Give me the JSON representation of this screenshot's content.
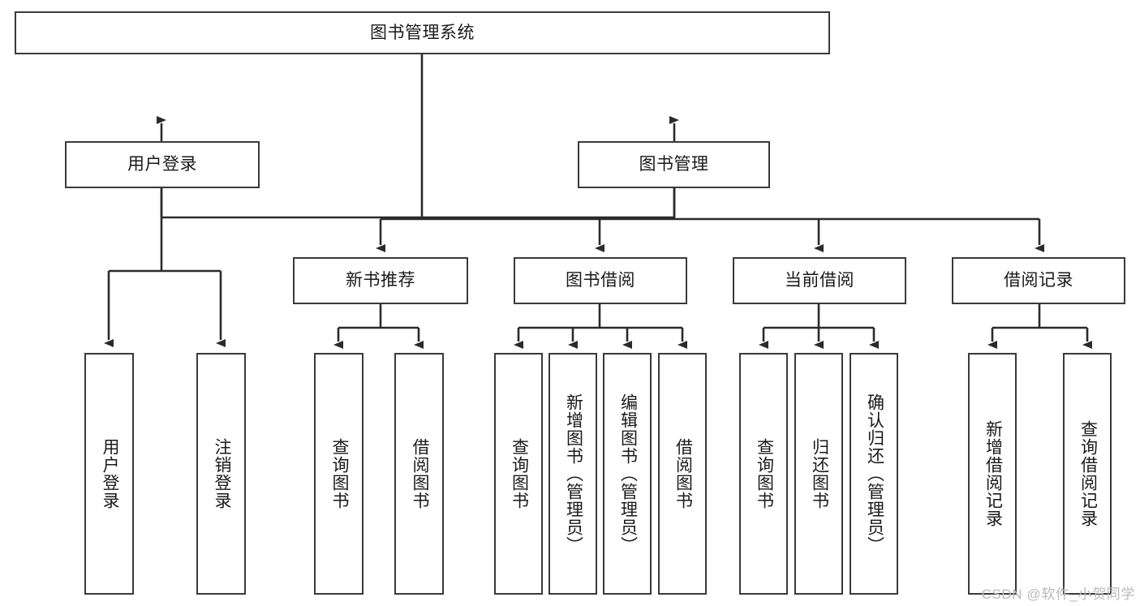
{
  "diagram": {
    "title": "图书管理系统",
    "watermark": "CSDN @软件_小贺同学",
    "colors": {
      "border": "#3a3a3a",
      "text": "#1a1a1a",
      "background": "#ffffff",
      "edge": "#2b2b2b",
      "watermark": "#b9b9b9"
    },
    "root": {
      "label": "图书管理系统"
    },
    "level2": [
      {
        "label": "用户登录"
      },
      {
        "label": "图书管理"
      }
    ],
    "level3": [
      {
        "label": "新书推荐"
      },
      {
        "label": "图书借阅"
      },
      {
        "label": "当前借阅"
      },
      {
        "label": "借阅记录"
      }
    ],
    "leaves": {
      "user_login": [
        {
          "label": "用户登录"
        },
        {
          "label": "注销登录"
        }
      ],
      "new_book_recommend": [
        {
          "label": "查询图书"
        },
        {
          "label": "借阅图书"
        }
      ],
      "book_borrow": [
        {
          "label": "查询图书"
        },
        {
          "label": "新增图书（管理员）"
        },
        {
          "label": "编辑图书（管理员）"
        },
        {
          "label": "借阅图书"
        }
      ],
      "current_borrow": [
        {
          "label": "查询图书"
        },
        {
          "label": "归还图书"
        },
        {
          "label": "确认归还（管理员）"
        }
      ],
      "borrow_record": [
        {
          "label": "新增借阅记录"
        },
        {
          "label": "查询借阅记录"
        }
      ]
    }
  }
}
